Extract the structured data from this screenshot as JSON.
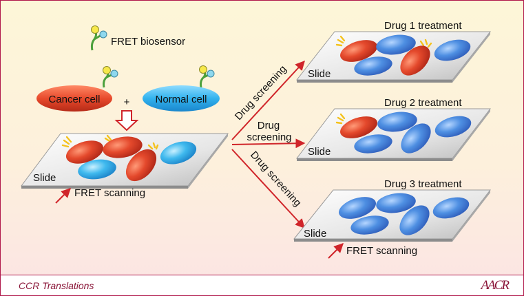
{
  "legend": {
    "biosensor_label": "FRET biosensor"
  },
  "cells": {
    "cancer_label": "Cancer cell",
    "normal_label": "Normal cell",
    "plus": "+"
  },
  "slides": {
    "main": {
      "label": "Slide",
      "scan_label": "FRET scanning"
    },
    "drug1": {
      "title": "Drug 1 treatment",
      "label": "Slide"
    },
    "drug2": {
      "title": "Drug 2 treatment",
      "label": "Slide"
    },
    "drug3": {
      "title": "Drug 3 treatment",
      "label": "Slide",
      "scan_label": "FRET scanning"
    }
  },
  "arrows": {
    "upper": "Drug screening",
    "middle_line1": "Drug",
    "middle_line2": "screening",
    "lower": "Drug screening"
  },
  "footer": {
    "title": "CCR Translations",
    "logo": "AACR"
  },
  "colors": {
    "cancer": "#e2482e",
    "normal": "#2fb0ea",
    "treated": "#4c8ee0",
    "arrow": "#d0252a",
    "spark": "#f4c21d",
    "accent": "#8a1538"
  }
}
